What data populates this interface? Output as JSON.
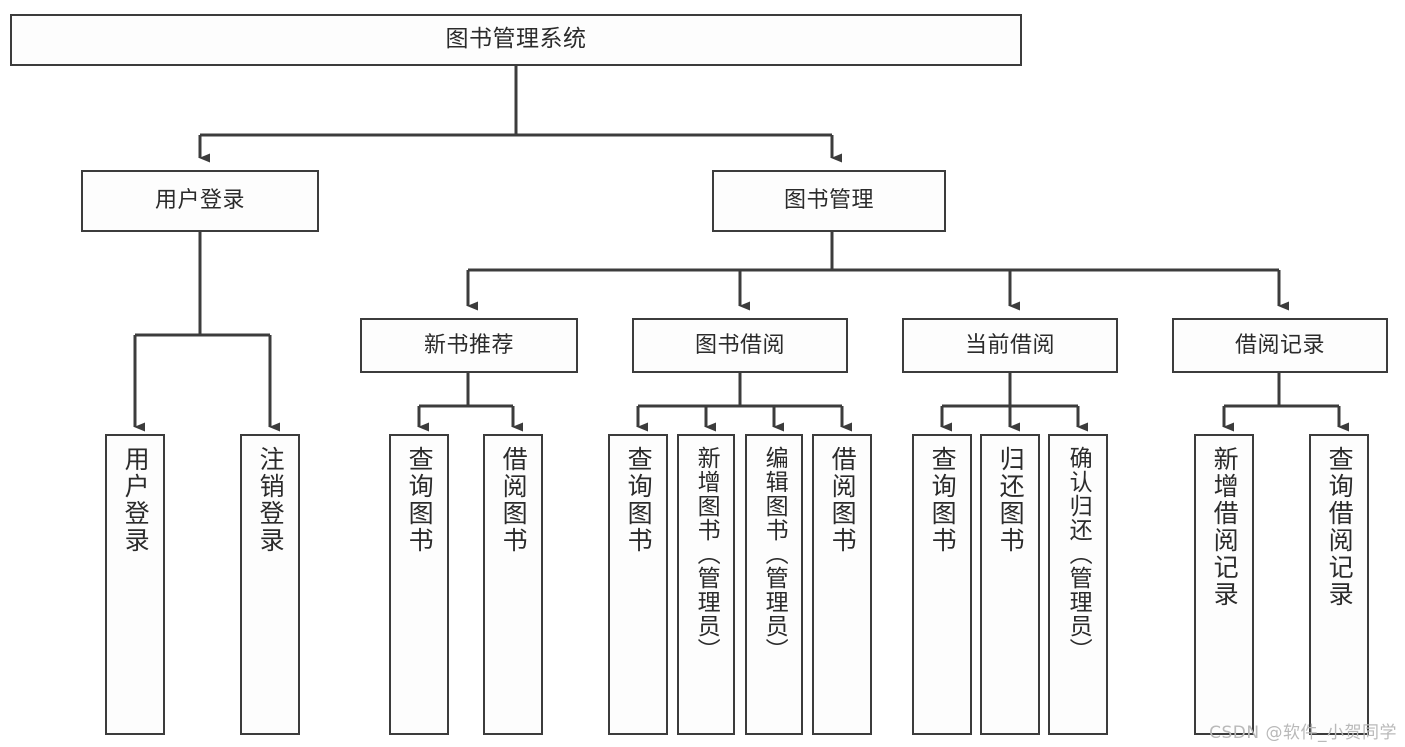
{
  "diagram": {
    "title_box": {
      "label": "图书管理系统"
    },
    "level2": [
      {
        "label": "用户登录"
      },
      {
        "label": "图书管理"
      }
    ],
    "level3": [
      {
        "label": "新书推荐"
      },
      {
        "label": "图书借阅"
      },
      {
        "label": "当前借阅"
      },
      {
        "label": "借阅记录"
      }
    ],
    "leaves": {
      "user_login": [
        {
          "label": "用户登录"
        },
        {
          "label": "注销登录"
        }
      ],
      "new_book_recommend": [
        {
          "label": "查询图书"
        },
        {
          "label": "借阅图书"
        }
      ],
      "book_borrow": [
        {
          "label": "查询图书"
        },
        {
          "label": "新增图书（管理员）"
        },
        {
          "label": "编辑图书（管理员）"
        },
        {
          "label": "借阅图书"
        }
      ],
      "current_borrow": [
        {
          "label": "查询图书"
        },
        {
          "label": "归还图书"
        },
        {
          "label": "确认归还（管理员）"
        }
      ],
      "borrow_record": [
        {
          "label": "新增借阅记录"
        },
        {
          "label": "查询借阅记录"
        }
      ]
    },
    "watermark": "CSDN @软件_小贺同学",
    "colors": {
      "border": "#3c3c3c",
      "background": "#ffffff",
      "box_fill": "#fdfdfd",
      "text": "#2b2b2b",
      "watermark": "#b9b9b9"
    }
  }
}
